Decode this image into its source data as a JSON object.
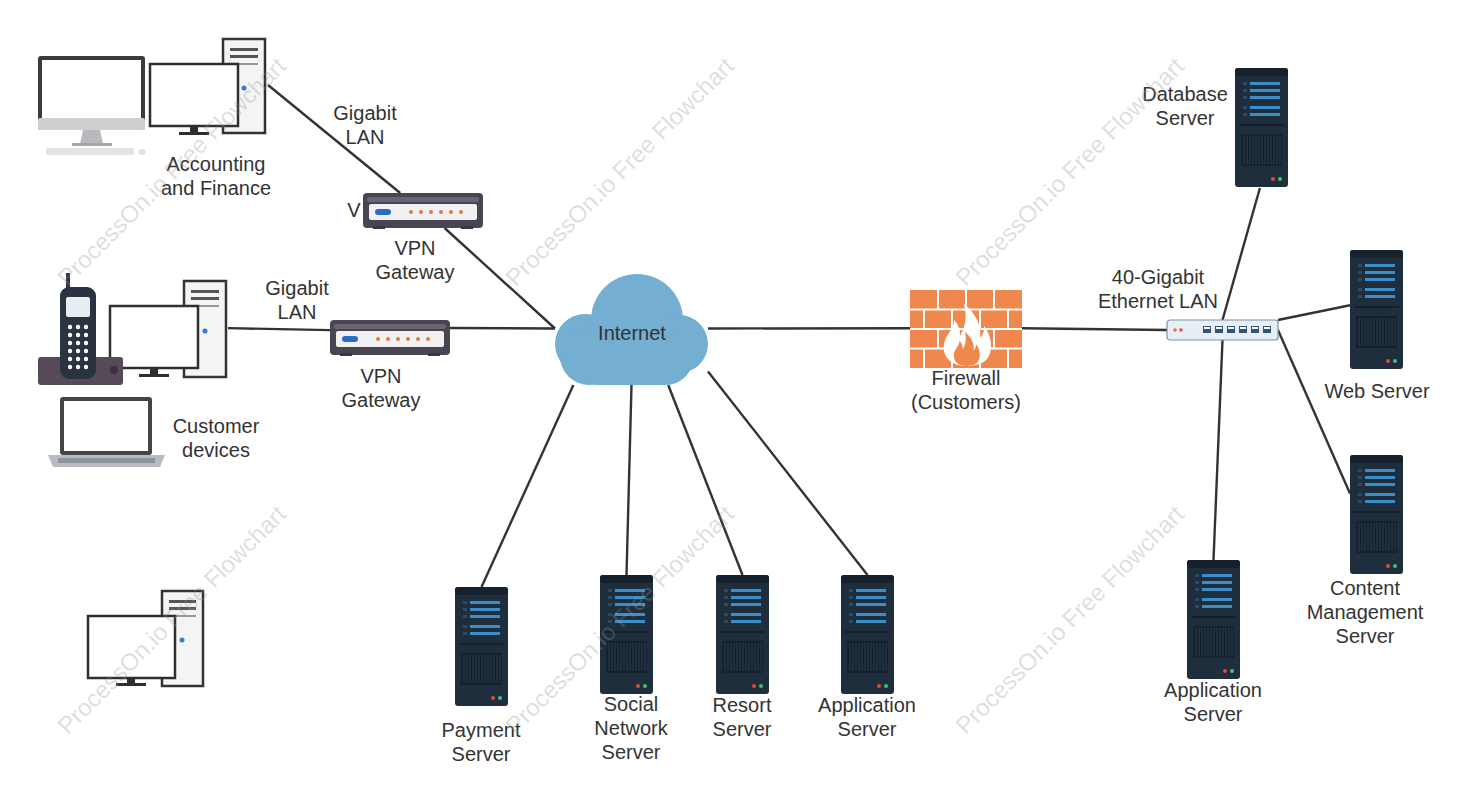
{
  "diagram": {
    "nodes": [
      {
        "text": [
          "Accounting and Finance"
        ]
      },
      {
        "text": [
          "VPN Gateway"
        ]
      },
      {
        "text": [
          "Customer devices"
        ]
      },
      {
        "text": [
          "VPN Gateway"
        ]
      },
      {
        "text": [
          "Internet"
        ]
      },
      {
        "text": [
          "Firewall (Customers)"
        ]
      },
      {
        "text": [
          "40-Gigabit Ethernet LAN"
        ]
      },
      {
        "text": [
          "Database Server"
        ]
      },
      {
        "text": [
          "Web Server"
        ]
      },
      {
        "text": [
          "Content Management Server"
        ]
      },
      {
        "text": [
          "Application Server"
        ]
      },
      {
        "text": [
          "Payment Server"
        ]
      },
      {
        "text": [
          "Social Network Server"
        ]
      },
      {
        "text": [
          "Resort Server"
        ]
      },
      {
        "text": [
          "Application Server"
        ]
      }
    ],
    "edges": [
      {
        "from": 0,
        "to": 1,
        "label": "Gigabit LAN",
        "arrow": "none"
      },
      {
        "from": 1,
        "to": 4,
        "arrow": "none"
      },
      {
        "from": 2,
        "to": 3,
        "label": "Gigabit LAN",
        "arrow": "none"
      },
      {
        "from": 3,
        "to": 4,
        "arrow": "none"
      },
      {
        "from": 4,
        "to": 5,
        "arrow": "none"
      },
      {
        "from": 5,
        "to": 6,
        "arrow": "none"
      },
      {
        "from": 6,
        "to": 7,
        "arrow": "none"
      },
      {
        "from": 6,
        "to": 8,
        "arrow": "none"
      },
      {
        "from": 6,
        "to": 9,
        "arrow": "none"
      },
      {
        "from": 6,
        "to": 10,
        "arrow": "none"
      },
      {
        "from": 4,
        "to": 11,
        "arrow": "none"
      },
      {
        "from": 4,
        "to": 12,
        "arrow": "none"
      },
      {
        "from": 4,
        "to": 13,
        "arrow": "none"
      },
      {
        "from": 4,
        "to": 14,
        "arrow": "none"
      }
    ],
    "labels": [
      "V",
      "ProcessOn.io Free Flowchart",
      "ProcessOn.io Free Flowchart",
      "ProcessOn.io Free Flowchart",
      "ProcessOn.io Free Flowchart",
      "ProcessOn.io Free Flowchart",
      "ProcessOn.io Free Flowchart"
    ]
  }
}
